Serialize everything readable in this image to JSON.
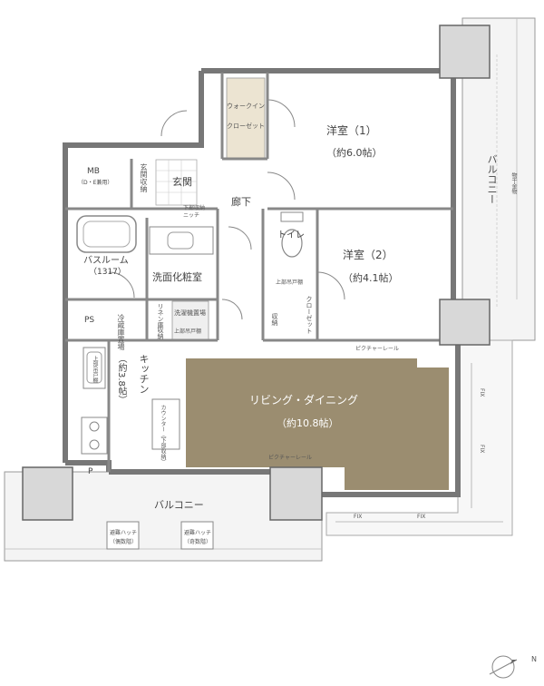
{
  "rooms": {
    "western1": {
      "name": "洋室（1）",
      "size": "（約6.0帖）"
    },
    "western2": {
      "name": "洋室（2）",
      "size": "（約4.1帖）"
    },
    "living": {
      "name": "リビング・ダイニング",
      "size": "（約10.8帖）"
    },
    "kitchen": {
      "name": "キッチン",
      "size": "（約3.8帖）"
    },
    "entrance": "玄関",
    "hallway": "廊下",
    "toilet": "トイレ",
    "washroom": "洗面化粧室",
    "bathroom": {
      "name": "バスルーム",
      "size": "（1317）"
    },
    "mb": "MB",
    "mb_sub": "（D・E兼用）",
    "ps": "PS",
    "p": "P",
    "balcony_east": "バルコニー",
    "balcony_south": "バルコニー"
  },
  "labels": {
    "walk_in_closet_1": "ウォークイン",
    "walk_in_closet_2": "クローゼット",
    "closet": "クローゼット",
    "entrance_storage": "玄関収納",
    "lower_shelf_niche_1": "下部収納",
    "lower_shelf_niche_2": "ニッチ",
    "upper_shelf": "上部吊戸棚",
    "fridge": "冷蔵庫置場",
    "washer": "洗濯機置場",
    "upper_shelf_washer": "上部吊戸棚",
    "linen": "リネン庫",
    "storage": "収納",
    "storage_small": "収納",
    "counter": "カウンター（下部収納）",
    "kitchen_upper": "上部吊戸棚",
    "picture_rail_top": "ピクチャーレール",
    "picture_rail_bottom": "ピクチャーレール",
    "fix1": "FIX",
    "fix2": "FIX",
    "fix3": "FIX",
    "fix4": "FIX",
    "evac_hatch_even_1": "避難ハッチ",
    "evac_hatch_even_2": "（偶数階）",
    "evac_hatch_odd_1": "避難ハッチ",
    "evac_hatch_odd_2": "（奇数階）",
    "drying": "物干金物",
    "north": "N"
  },
  "colors": {
    "wall": "#777777",
    "living_floor": "#9b8d70",
    "floor_tile": "#e8dcc4",
    "balcony_fill": "#f4f4f4",
    "column": "#d8d8d8"
  }
}
